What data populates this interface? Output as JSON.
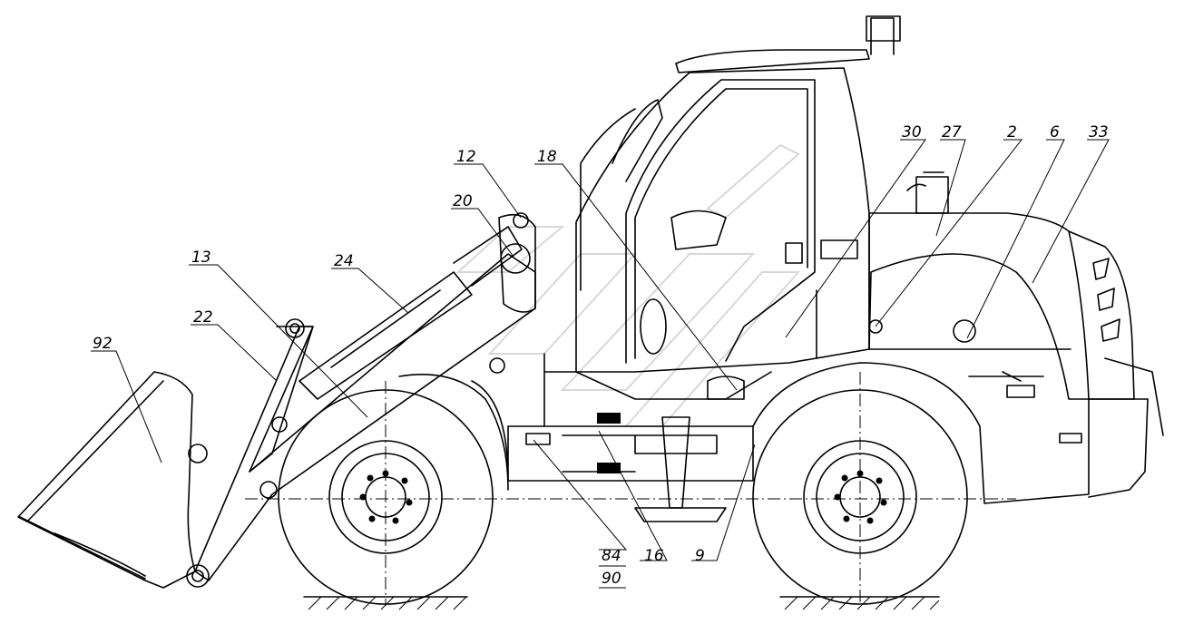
{
  "diagram": {
    "callouts": [
      {
        "id": "c12",
        "label": "12"
      },
      {
        "id": "c18",
        "label": "18"
      },
      {
        "id": "c20",
        "label": "20"
      },
      {
        "id": "c13",
        "label": "13"
      },
      {
        "id": "c24",
        "label": "24"
      },
      {
        "id": "c22",
        "label": "22"
      },
      {
        "id": "c92",
        "label": "92"
      },
      {
        "id": "c30",
        "label": "30"
      },
      {
        "id": "c27",
        "label": "27"
      },
      {
        "id": "c2",
        "label": "2"
      },
      {
        "id": "c6",
        "label": "6"
      },
      {
        "id": "c33",
        "label": "33"
      },
      {
        "id": "c84",
        "label": "84"
      },
      {
        "id": "c90",
        "label": "90"
      },
      {
        "id": "c16",
        "label": "16"
      },
      {
        "id": "c9",
        "label": "9"
      }
    ],
    "colors": {
      "line": "#000000",
      "watermark": "#d8d8d8",
      "background": "#ffffff"
    }
  }
}
